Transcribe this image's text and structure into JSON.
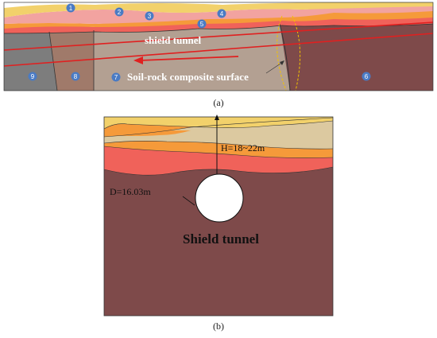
{
  "panel_a": {
    "tunnel_label": "shield tunnel",
    "surface_label": "Soil-rock composite surface",
    "caption": "(a)",
    "layer_markers": [
      "1",
      "2",
      "3",
      "4",
      "5",
      "6",
      "7",
      "8",
      "9"
    ]
  },
  "panel_b": {
    "depth_label": "H=18~22m",
    "diameter_label": "D=16.03m",
    "tunnel_label": "Shield tunnel",
    "caption": "(b)"
  },
  "colors": {
    "layer_yellow": "#f2d16b",
    "layer_pink": "#f2a3a0",
    "layer_orange": "#f59a3a",
    "layer_red": "#f0625a",
    "rock_dark": "#7e4a4a",
    "rock_grey": "#8f8f8f",
    "sand": "#dcc9a0",
    "line_red": "#e02020",
    "marker_blue": "#4a7bc4"
  }
}
